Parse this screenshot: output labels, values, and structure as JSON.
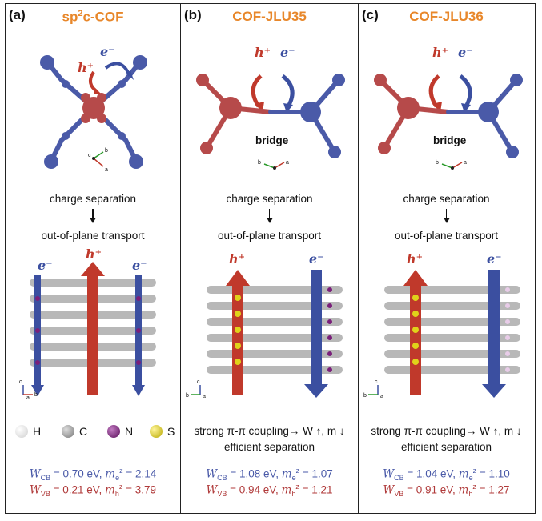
{
  "panels": [
    {
      "label": "(a)",
      "title_main": "sp",
      "title_sup": "2",
      "title_rest": "c-COF",
      "e_label": "e⁻",
      "h_label": "h⁺",
      "bridge": "",
      "step1": "charge separation",
      "step2": "out-of-plane transport",
      "coupling1": "",
      "coupling2": "",
      "wcb": "W",
      "wcb_sub": "CB",
      "wcb_val": " = 0.70 eV, ",
      "me": "m",
      "me_sub": "e",
      "me_sup": "z",
      "me_val": " = 2.14",
      "wvb_sub": "VB",
      "wvb_val": " = 0.21 eV, ",
      "mh_sub": "h",
      "mh_val": " = 3.79"
    },
    {
      "label": "(b)",
      "title_main": "COF-JLU35",
      "title_sup": "",
      "title_rest": "",
      "e_label": "e⁻",
      "h_label": "h⁺",
      "bridge": "bridge",
      "step1": "charge separation",
      "step2": "out-of-plane transport",
      "coupling1": "strong π-π coupling→ W ↑, m ↓",
      "coupling2": "efficient separation",
      "wcb": "W",
      "wcb_sub": "CB",
      "wcb_val": " = 1.08 eV, ",
      "me": "m",
      "me_sub": "e",
      "me_sup": "z",
      "me_val": " = 1.07",
      "wvb_sub": "VB",
      "wvb_val": " = 0.94 eV, ",
      "mh_sub": "h",
      "mh_val": " = 1.21"
    },
    {
      "label": "(c)",
      "title_main": "COF-JLU36",
      "title_sup": "",
      "title_rest": "",
      "e_label": "e⁻",
      "h_label": "h⁺",
      "bridge": "bridge",
      "step1": "charge separation",
      "step2": "out-of-plane transport",
      "coupling1": "strong π-π coupling→ W ↑, m ↓",
      "coupling2": "efficient separation",
      "wcb": "W",
      "wcb_sub": "CB",
      "wcb_val": " = 1.04 eV, ",
      "me": "m",
      "me_sub": "e",
      "me_sup": "z",
      "me_val": " = 1.10",
      "wvb_sub": "VB",
      "wvb_val": " = 0.91 eV, ",
      "mh_sub": "h",
      "mh_val": " = 1.27"
    }
  ],
  "legend": [
    {
      "symbol": "H",
      "color": "#e6e6e6"
    },
    {
      "symbol": "C",
      "color": "#9a9a9a"
    },
    {
      "symbol": "N",
      "color": "#7a1f7a"
    },
    {
      "symbol": "S",
      "color": "#e0d21a"
    }
  ],
  "axes": {
    "a": "a",
    "b": "b",
    "c": "c"
  },
  "colors": {
    "hole": "#c0392b",
    "electron": "#3b4fa0",
    "title": "#e8872a"
  }
}
